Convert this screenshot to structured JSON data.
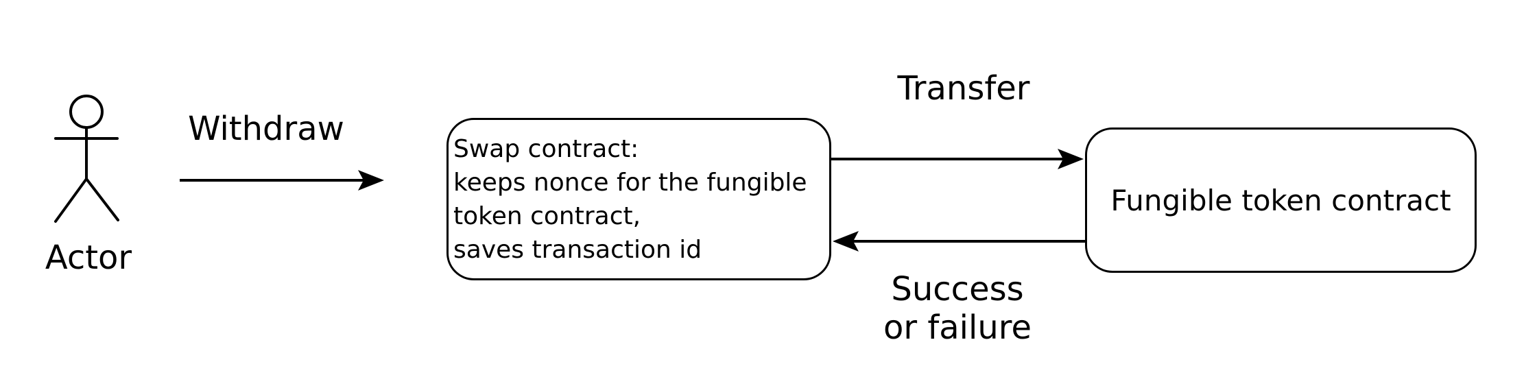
{
  "actor": {
    "label": "Actor"
  },
  "nodes": {
    "swap": {
      "lines": [
        "Swap contract:",
        "keeps nonce for the fungible",
        "token contract,",
        "saves transaction id"
      ]
    },
    "fungible": {
      "label": "Fungible token contract"
    }
  },
  "edges": {
    "withdraw": {
      "label": "Withdraw",
      "direction": "right"
    },
    "transfer": {
      "label": "Transfer",
      "direction": "right"
    },
    "result": {
      "line1": "Success",
      "line2": "or failure",
      "direction": "left"
    }
  },
  "colors": {
    "background": "#ffffff",
    "stroke": "#000000",
    "text": "#000000"
  }
}
